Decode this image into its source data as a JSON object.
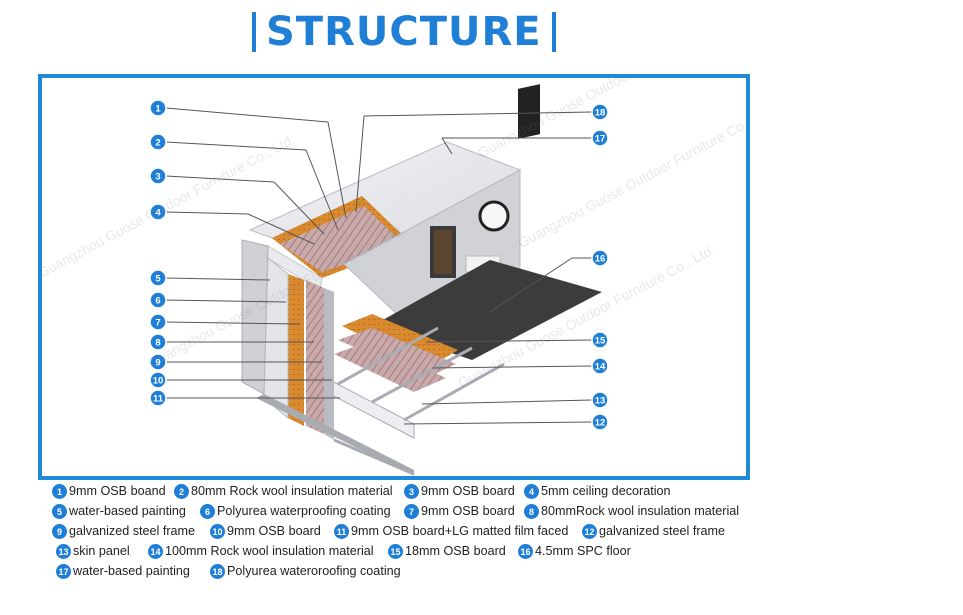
{
  "header": {
    "title": "STRUCTURE"
  },
  "watermark": {
    "text": "Guangzhou Guose Outdoor Furniture Co., Ltd."
  },
  "colors": {
    "accent": "#1f7fd6",
    "frame": "#1f8ad8",
    "badge": "#1f7fd6"
  },
  "callouts": [
    {
      "n": "1"
    },
    {
      "n": "2"
    },
    {
      "n": "3"
    },
    {
      "n": "4"
    },
    {
      "n": "5"
    },
    {
      "n": "6"
    },
    {
      "n": "7"
    },
    {
      "n": "8"
    },
    {
      "n": "9"
    },
    {
      "n": "10"
    },
    {
      "n": "11"
    },
    {
      "n": "12"
    },
    {
      "n": "13"
    },
    {
      "n": "14"
    },
    {
      "n": "15"
    },
    {
      "n": "16"
    },
    {
      "n": "17"
    },
    {
      "n": "18"
    }
  ],
  "legend": [
    {
      "n": "1",
      "text": "9mm OSB boand"
    },
    {
      "n": "2",
      "text": "80mm Rock wool insulation material"
    },
    {
      "n": "3",
      "text": "9mm OSB board"
    },
    {
      "n": "4",
      "text": "5mm ceiling decoration"
    },
    {
      "n": "5",
      "text": "water-based painting"
    },
    {
      "n": "6",
      "text": "Polyurea waterproofing coating"
    },
    {
      "n": "7",
      "text": "9mm OSB board"
    },
    {
      "n": "8",
      "text": "80mmRock wool insulation material"
    },
    {
      "n": "9",
      "text": "galvanized steel frame"
    },
    {
      "n": "10",
      "text": "9mm OSB board"
    },
    {
      "n": "11",
      "text": "9mm OSB board+LG matted film faced"
    },
    {
      "n": "12",
      "text": "galvanized steel frame"
    },
    {
      "n": "13",
      "text": "skin panel"
    },
    {
      "n": "14",
      "text": "100mm Rock wool insulation material"
    },
    {
      "n": "15",
      "text": "18mm OSB board"
    },
    {
      "n": "16",
      "text": "4.5mm SPC floor"
    },
    {
      "n": "17",
      "text": "water-based painting"
    },
    {
      "n": "18",
      "text": "Polyurea wateroroofing coating"
    }
  ]
}
